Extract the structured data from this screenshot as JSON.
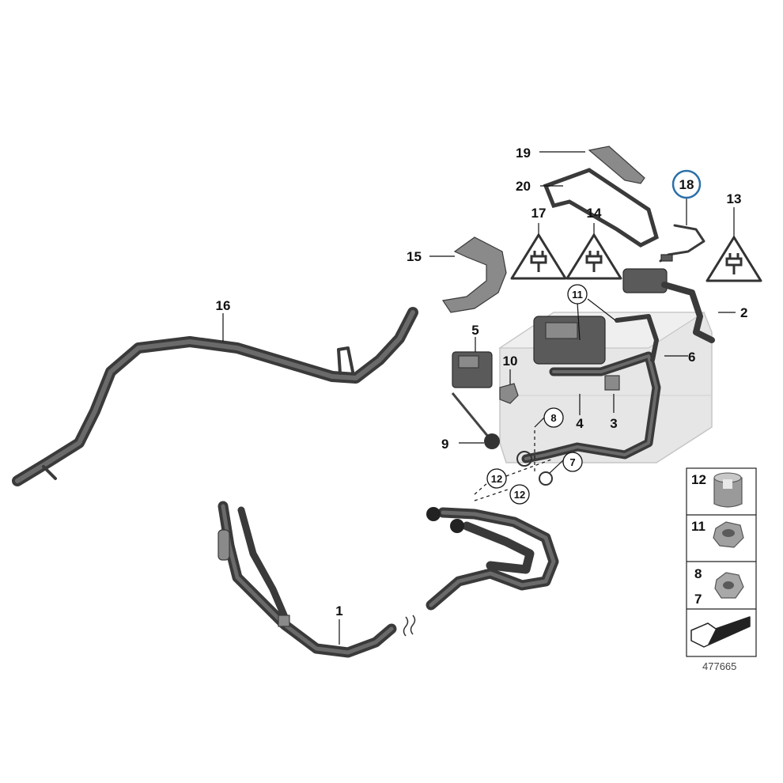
{
  "labels": {
    "l1": "1",
    "l2": "2",
    "l3": "3",
    "l4": "4",
    "l5": "5",
    "l6": "6",
    "l7": "7",
    "l8": "8",
    "l9": "9",
    "l10": "10",
    "l11": "11",
    "l12a": "12",
    "l12b": "12",
    "l13": "13",
    "l14": "14",
    "l15": "15",
    "l16": "16",
    "l17": "17",
    "l18": "18",
    "l19": "19",
    "l20": "20"
  },
  "legend": {
    "item12": "12",
    "item11": "11",
    "item8": "8",
    "item7": "7"
  },
  "reference_number": "477665",
  "highlight_color": "#2a6fa8",
  "icons": [
    "warning-triangle-plug-icon",
    "direction-arrow-icon"
  ]
}
